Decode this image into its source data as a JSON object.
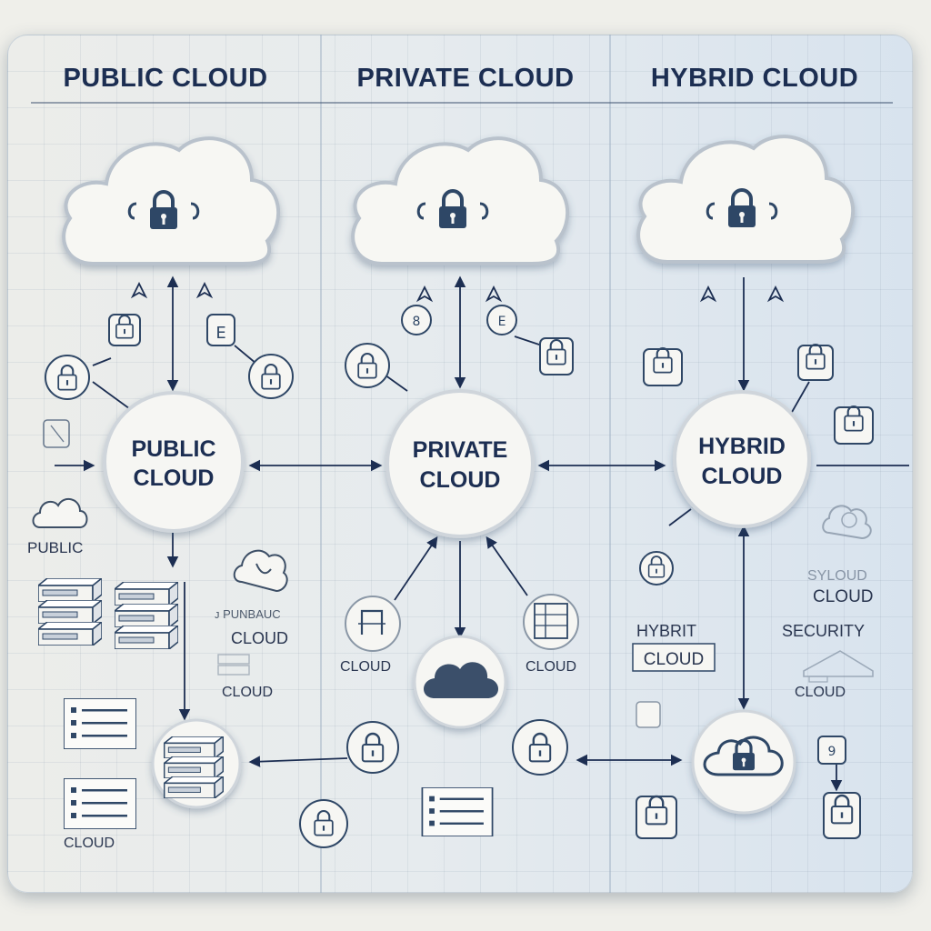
{
  "headers": {
    "public": "PUBLIC CLOUD",
    "private": "PRIVATE CLOUD",
    "hybrid": "HYBRID CLOUD"
  },
  "hubs": {
    "public": [
      "PUBLIC",
      "CLOUD"
    ],
    "private": [
      "PRIVATE",
      "CLOUD"
    ],
    "hybrid": [
      "HYBRID",
      "CLOUD"
    ]
  },
  "labels": {
    "public_side": "PUBLIC",
    "public_garbled": "ᴊ PUNBAUC",
    "public_cloud_1": "CLOUD",
    "public_cloud_2": "CLOUD",
    "public_cloud_3": "CLOUD",
    "private_cloud_left": "CLOUD",
    "private_cloud_right": "CLOUD",
    "hybrid_faded": "SYLOUD",
    "hybrid_cloud_1": "CLOUD",
    "hybrid_hybrit": "HYBRIT",
    "hybrid_cloud_box": "CLOUD",
    "hybrid_security": "SECURITY",
    "hybrid_cloud_2": "CLOUD"
  },
  "icons": {
    "primary": "cloud-lock-icon",
    "node": "padlock-icon",
    "storage": "server-stack-icon",
    "document": "document-list-icon"
  },
  "colors": {
    "ink": "#1c2e52",
    "node_fill": "#f6f6f3",
    "accent": "#2f4766"
  }
}
